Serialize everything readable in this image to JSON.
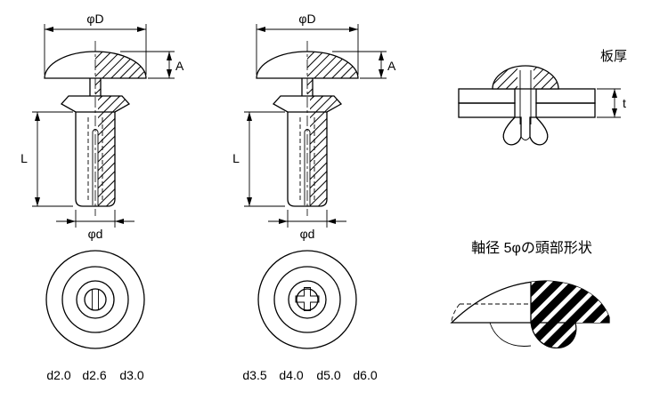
{
  "page": {
    "background": "#ffffff",
    "line_color": "#000000"
  },
  "side_views": {
    "dim_phiD": "φD",
    "dim_A": "A",
    "dim_L": "L",
    "dim_phid": "φd"
  },
  "installed_view": {
    "plate_thickness_label": "板厚",
    "dim_t": "t"
  },
  "head_shape": {
    "title": "軸径 5φの頭部形状"
  },
  "top_view_left": {
    "sizes": [
      "d2.0",
      "d2.6",
      "d3.0"
    ]
  },
  "top_view_right": {
    "sizes": [
      "d3.5",
      "d4.0",
      "d5.0",
      "d6.0"
    ]
  }
}
